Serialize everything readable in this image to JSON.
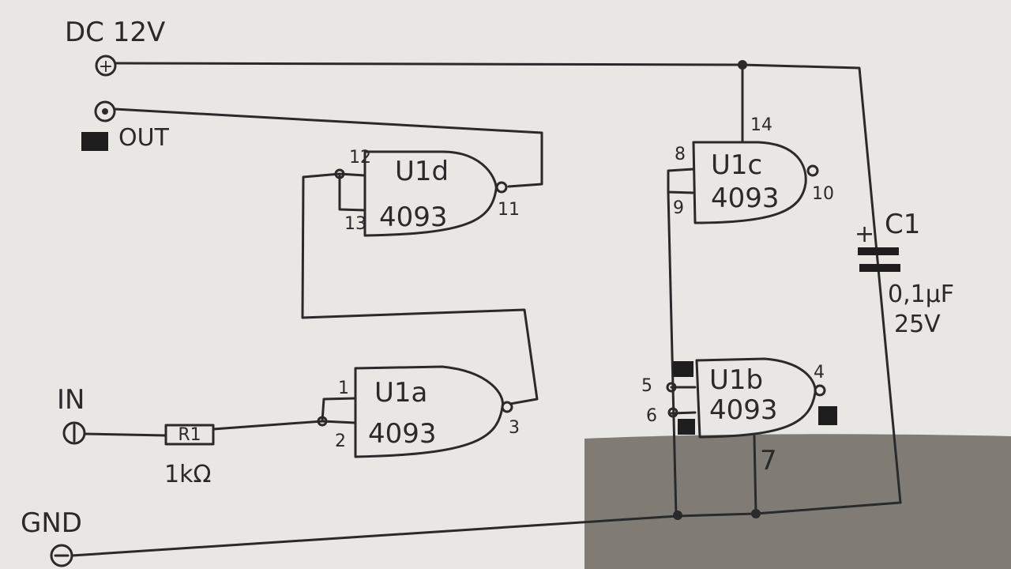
{
  "terminals": {
    "dc": "DC 12V",
    "out": "OUT",
    "in": "IN",
    "gnd": "GND"
  },
  "gates": [
    {
      "name": "U1d",
      "chip": "4093",
      "pin_in_a": "12",
      "pin_in_b": "13",
      "pin_out": "11"
    },
    {
      "name": "U1c",
      "chip": "4093",
      "pin_in_a": "8",
      "pin_in_b": "9",
      "pin_out": "10",
      "pin_vdd": "14"
    },
    {
      "name": "U1a",
      "chip": "4093",
      "pin_in_a": "1",
      "pin_in_b": "2",
      "pin_out": "3"
    },
    {
      "name": "U1b",
      "chip": "4093",
      "pin_in_a": "5",
      "pin_in_b": "6",
      "pin_out": "4",
      "pin_vss": "7"
    }
  ],
  "resistor": {
    "name": "R1",
    "value": "1kΩ"
  },
  "capacitor": {
    "name": "C1",
    "polarity": "+",
    "value": "0,1µF",
    "voltage": "25V"
  }
}
